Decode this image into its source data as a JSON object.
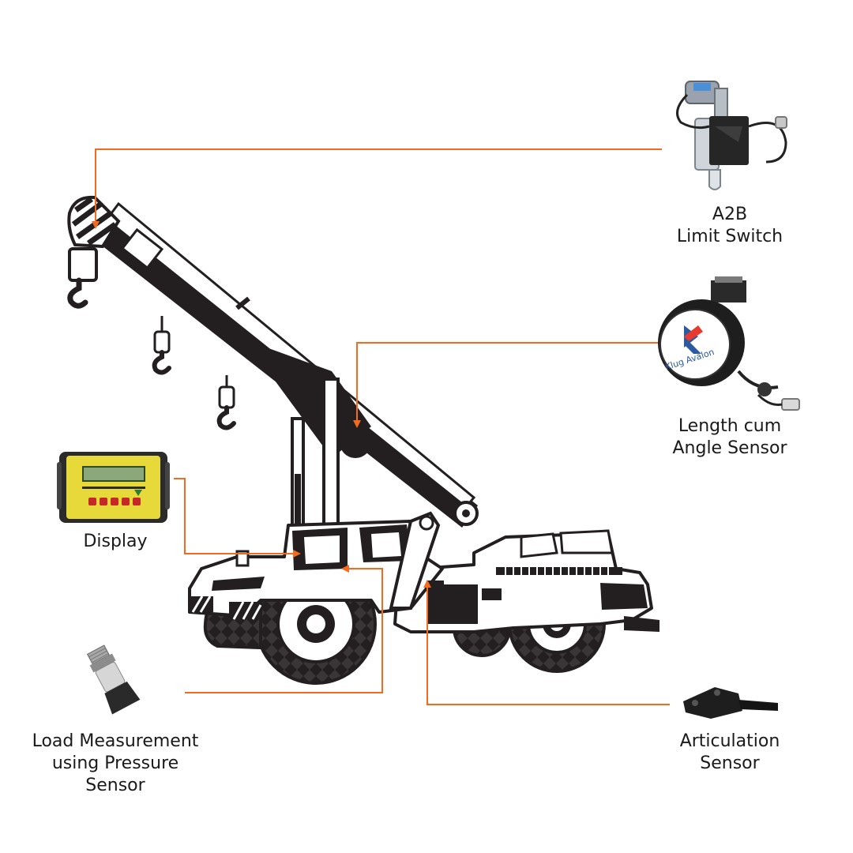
{
  "colors": {
    "leader": "#f26b21",
    "crane": "#231f20",
    "background": "#ffffff"
  },
  "components": [
    {
      "id": "a2b",
      "label_lines": [
        "A2B",
        "Limit Switch"
      ],
      "icon": "a2b-limit-switch-icon"
    },
    {
      "id": "length-angle",
      "label_lines": [
        "Length cum",
        "Angle Sensor"
      ],
      "icon": "length-angle-sensor-icon"
    },
    {
      "id": "display",
      "label_lines": [
        "Display"
      ],
      "icon": "display-unit-icon"
    },
    {
      "id": "pressure",
      "label_lines": [
        "Load Measurement",
        "using Pressure",
        "Sensor"
      ],
      "icon": "pressure-sensor-icon"
    },
    {
      "id": "articulation",
      "label_lines": [
        "Articulation",
        "Sensor"
      ],
      "icon": "articulation-sensor-icon"
    }
  ],
  "brand_text": "Klug Avalon"
}
